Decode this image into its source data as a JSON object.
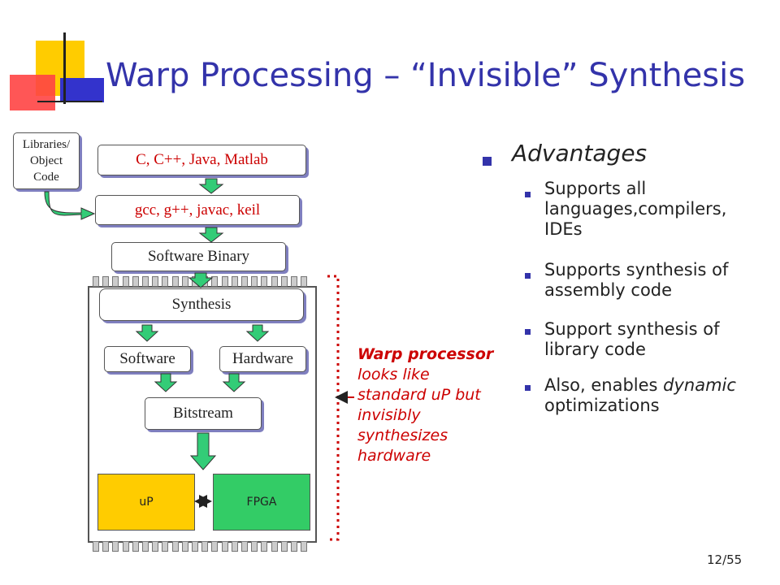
{
  "title": "Warp Processing – “Invisible” Synthesis",
  "advantages": {
    "heading": "Advantages",
    "items": [
      "Supports all languages,compilers, IDEs",
      "Supports synthesis of assembly code",
      "Support synthesis of library code",
      "Also, enables"
    ],
    "last_item_emphasis": "dynamic",
    "last_item_tail": "optimizations"
  },
  "diagram": {
    "libraries": [
      "Libraries/",
      "Object",
      "Code"
    ],
    "languages": "C, C++, Java, Matlab",
    "compilers": "gcc, g++, javac, keil",
    "binary": "Software Binary",
    "synthesis": "Synthesis",
    "software": "Software",
    "hardware": "Hardware",
    "bitstream": "Bitstream",
    "up": "uP",
    "fpga": "FPGA"
  },
  "warp_note": {
    "bold": "Warp processor",
    "rest": "looks like standard uP but invisibly synthesizes hardware"
  },
  "page": "12/55",
  "colors": {
    "title": "#3333aa",
    "accent_red": "#cc0000",
    "arrow_green": "#33cc77",
    "up_yellow": "#ffcc00",
    "fpga_green": "#33cc66"
  }
}
